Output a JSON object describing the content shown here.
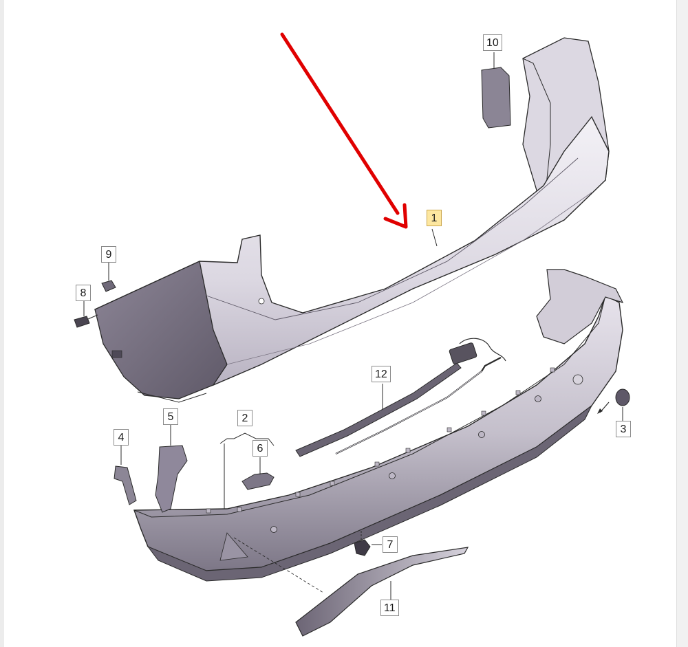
{
  "callouts": {
    "c1": "1",
    "c2": "2",
    "c3": "3",
    "c4": "4",
    "c5": "5",
    "c6": "6",
    "c7": "7",
    "c8": "8",
    "c9": "9",
    "c10": "10",
    "c11": "11",
    "c12": "12"
  },
  "colors": {
    "arrow": "#e00000",
    "part_fill_light": "#e9e6ee",
    "part_fill_mid": "#cfcad6",
    "part_fill_dark": "#8e8898",
    "outline": "#2a2a2a",
    "highlight": "#fde7a0"
  }
}
